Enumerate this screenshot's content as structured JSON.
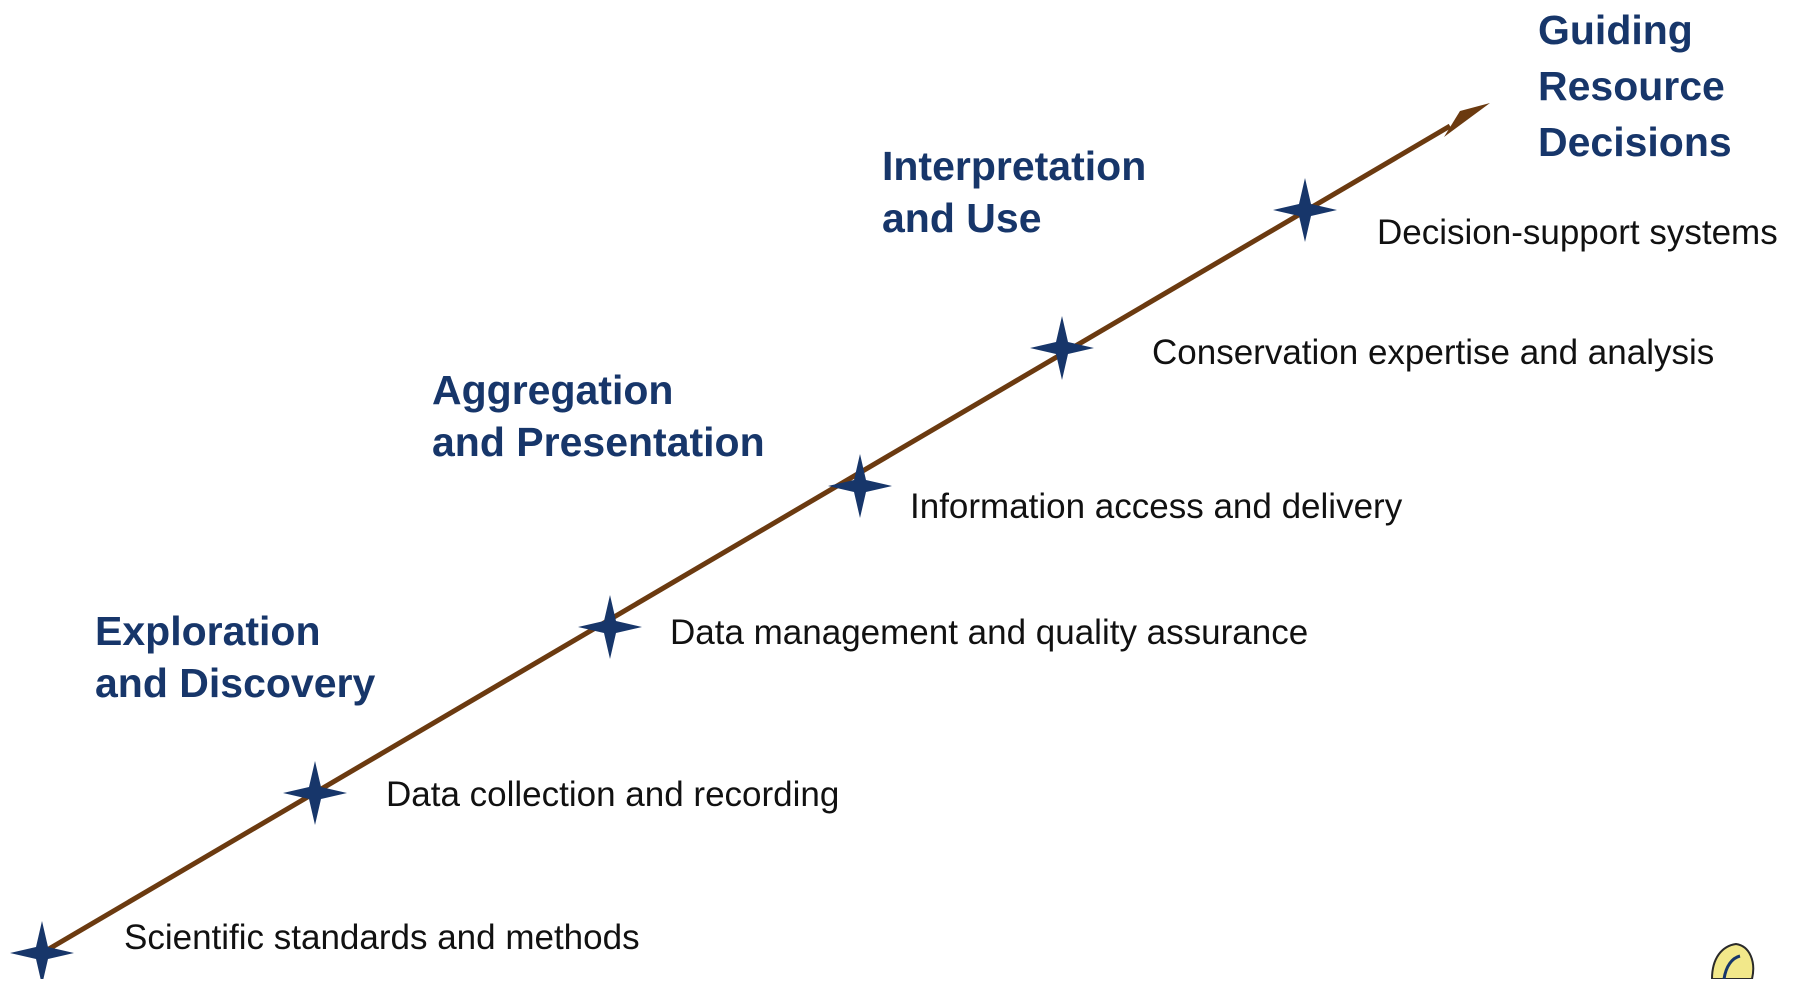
{
  "diagram": {
    "colors": {
      "arrow": "#6b3a10",
      "star": "#17366a",
      "phase_text": "#17366a",
      "step_text": "#111111"
    },
    "phases": [
      {
        "id": "exploration",
        "lines": [
          "Exploration",
          "and Discovery"
        ]
      },
      {
        "id": "aggregation",
        "lines": [
          "Aggregation",
          "and Presentation"
        ]
      },
      {
        "id": "interpretation",
        "lines": [
          "Interpretation",
          "and Use"
        ]
      },
      {
        "id": "guiding",
        "lines": [
          "Guiding",
          "Resource",
          "Decisions"
        ]
      }
    ],
    "steps": [
      "Scientific standards and methods",
      "Data collection and recording",
      "Data management and quality assurance",
      "Information access and delivery",
      "Conservation expertise and analysis",
      "Decision-support systems"
    ],
    "icons": {
      "milestone": "four-point-star-icon",
      "arrowhead": "arrowhead-icon",
      "logo": "butterfly-logo"
    }
  }
}
